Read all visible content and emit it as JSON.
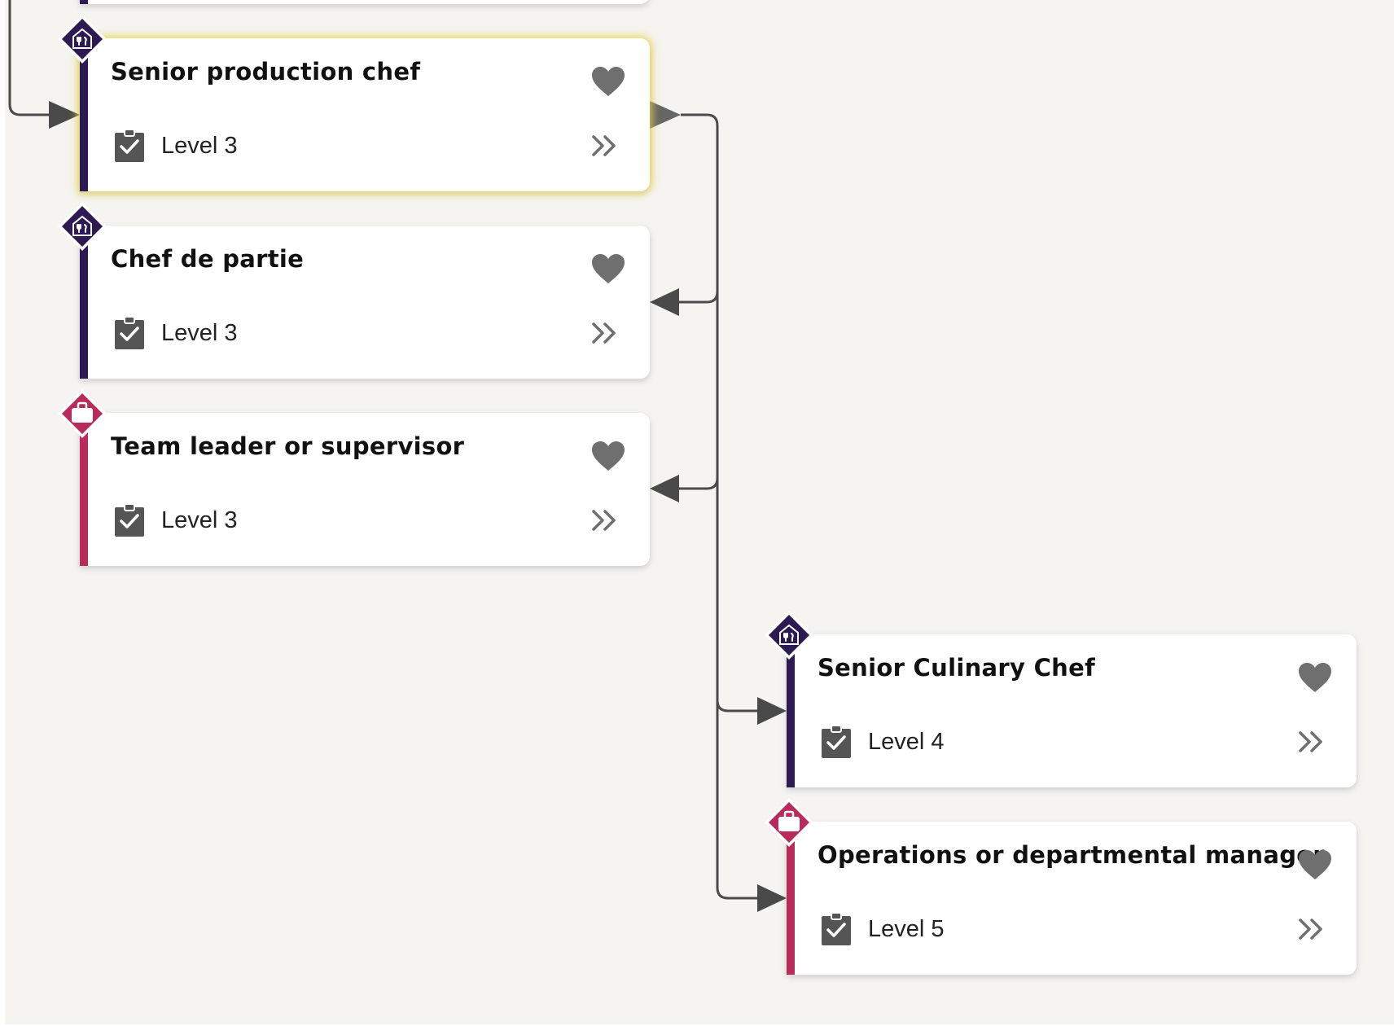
{
  "colors": {
    "background": "#f5f4f1",
    "card": "#ffffff",
    "purple": "#2e1a52",
    "crimson": "#b82b5a",
    "icon_grey": "#6f6f6f",
    "connector": "#4a4a4a",
    "highlight": "#e8d650"
  },
  "cards": [
    {
      "title": "Senior production chef",
      "level": "Level 3",
      "type": "food-service",
      "badge_icon": "kitchen-icon",
      "accent": "#2e1a52",
      "highlighted": true
    },
    {
      "title": "Chef de partie",
      "level": "Level 3",
      "type": "food-service",
      "badge_icon": "kitchen-icon",
      "accent": "#2e1a52",
      "highlighted": false
    },
    {
      "title": "Team leader or supervisor",
      "level": "Level 3",
      "type": "business",
      "badge_icon": "briefcase-icon",
      "accent": "#b82b5a",
      "highlighted": false
    },
    {
      "title": "Senior Culinary Chef",
      "level": "Level 4",
      "type": "food-service",
      "badge_icon": "kitchen-icon",
      "accent": "#2e1a52",
      "highlighted": false
    },
    {
      "title": "Operations or departmental manager",
      "level": "Level 5",
      "type": "business",
      "badge_icon": "briefcase-icon",
      "accent": "#b82b5a",
      "highlighted": false
    }
  ],
  "icons": {
    "favourite": "heart-icon",
    "level": "clipboard-check-icon",
    "details": "double-chevron-right-icon",
    "connector_arrow": "arrow-icon"
  }
}
